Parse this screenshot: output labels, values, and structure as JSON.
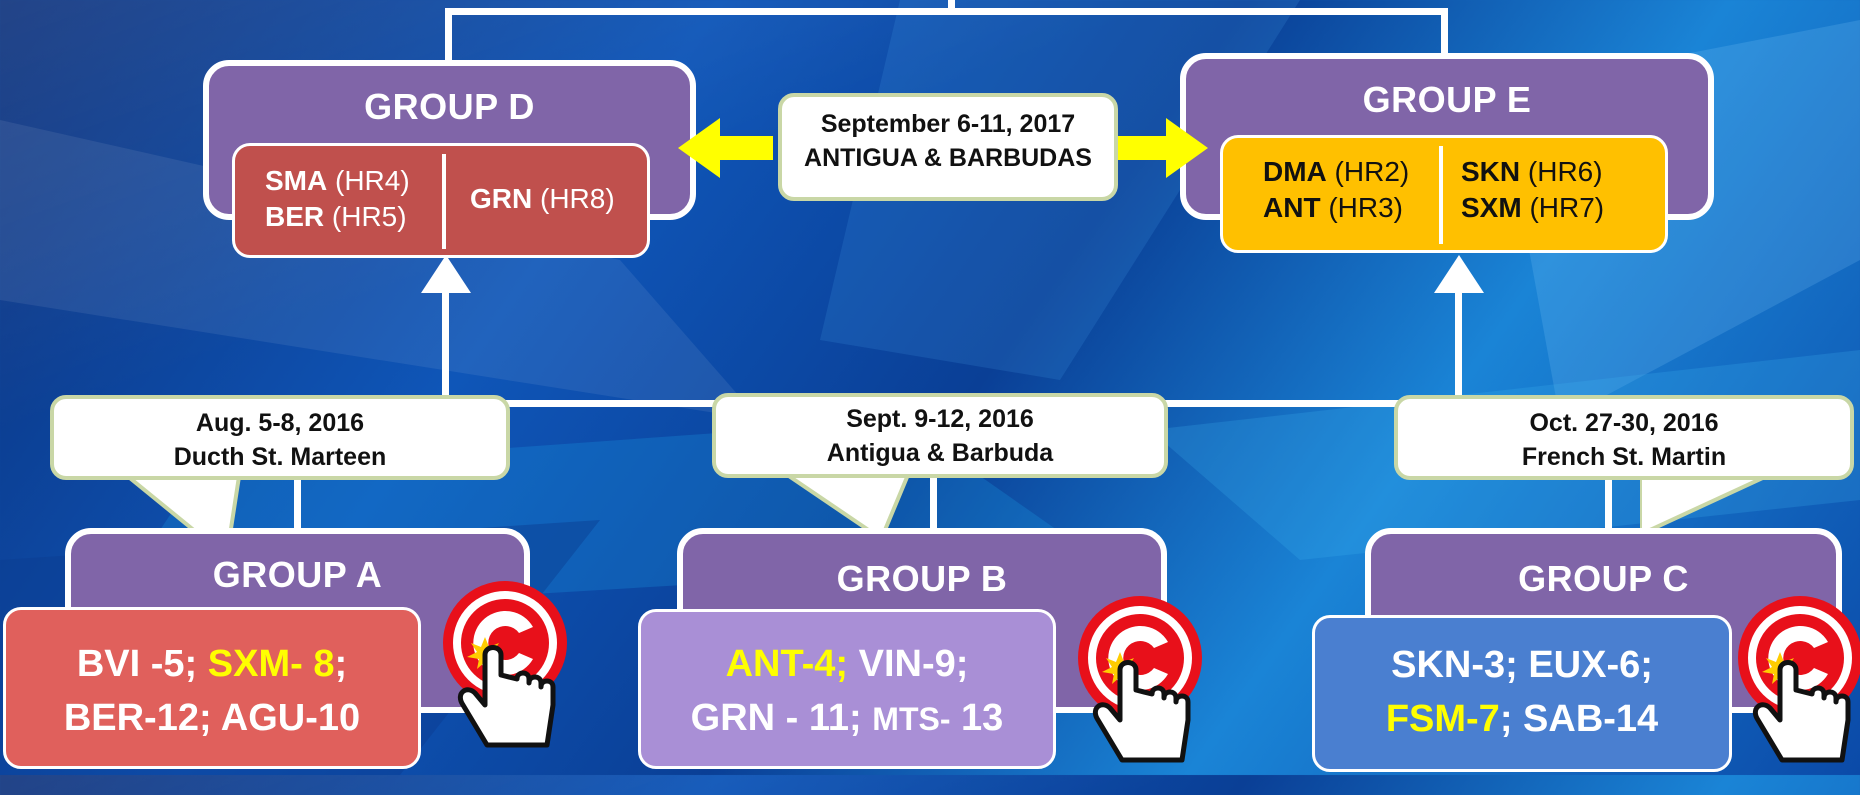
{
  "colors": {
    "group_panel": "#8065a8",
    "group_d_inner": "#c0504d",
    "group_e_inner": "#ffc000",
    "group_a_pool": "#e0605c",
    "group_b_pool": "#a98fd6",
    "group_c_pool": "#4a7fd0",
    "highlight": "#ffff00",
    "arrow": "#ffff00",
    "callout_border": "#c9d7a6",
    "icon_ring": "#e8101a"
  },
  "final_event": {
    "line1": "September 6-11, 2017",
    "line2": "ANTIGUA & BARBUDAS"
  },
  "group_d": {
    "title": "GROUP D",
    "left": [
      {
        "code": "SMA",
        "seed": "(HR4)"
      },
      {
        "code": "BER",
        "seed": "(HR5)"
      }
    ],
    "right": [
      {
        "code": "GRN",
        "seed": "(HR8)"
      }
    ]
  },
  "group_e": {
    "title": "GROUP E",
    "left": [
      {
        "code": "DMA",
        "seed": "(HR2)"
      },
      {
        "code": "ANT",
        "seed": "(HR3)"
      }
    ],
    "right": [
      {
        "code": "SKN",
        "seed": "(HR6)"
      },
      {
        "code": "SXM",
        "seed": "(HR7)"
      }
    ]
  },
  "group_a": {
    "title": "GROUP A",
    "callout": {
      "date": "Aug. 5-8, 2016",
      "venue": "Ducth St. Marteen"
    },
    "line1": {
      "t1": "BVI -5; ",
      "t2": "SXM- 8",
      "t3": ";"
    },
    "line2": "BER-12; AGU-10"
  },
  "group_b": {
    "title": "GROUP B",
    "callout": {
      "date": "Sept. 9-12,  2016",
      "venue": "Antigua & Barbuda"
    },
    "line1": {
      "t1": "ANT-4;",
      "t2": " VIN-9;"
    },
    "line2": {
      "t1": "GRN - 11; ",
      "t2": "MTS-",
      "t3": " 13"
    }
  },
  "group_c": {
    "title": "GROUP C",
    "callout": {
      "date": "Oct. 27-30,  2016",
      "venue": "French St. Martin"
    },
    "line1": "SKN-3; EUX-6;",
    "line2": {
      "t1": "FSM-7",
      "t2": "; SAB-14"
    }
  },
  "icons": [
    "host-hand-cursor-icon",
    "host-hand-cursor-icon",
    "host-hand-cursor-icon"
  ]
}
